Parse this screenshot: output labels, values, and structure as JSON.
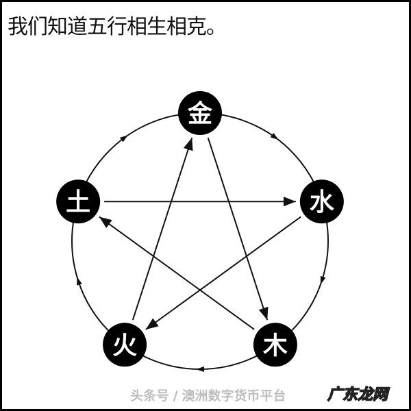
{
  "title": "我们知道五行相生相克。",
  "elements": [
    {
      "id": "metal",
      "label": "金"
    },
    {
      "id": "water",
      "label": "水"
    },
    {
      "id": "wood",
      "label": "木"
    },
    {
      "id": "fire",
      "label": "火"
    },
    {
      "id": "earth",
      "label": "土"
    }
  ],
  "generating_cycle": [
    [
      "金",
      "水"
    ],
    [
      "水",
      "木"
    ],
    [
      "木",
      "火"
    ],
    [
      "火",
      "土"
    ],
    [
      "土",
      "金"
    ]
  ],
  "overcoming_cycle": [
    [
      "金",
      "木"
    ],
    [
      "木",
      "土"
    ],
    [
      "土",
      "水"
    ],
    [
      "水",
      "火"
    ],
    [
      "火",
      "金"
    ]
  ],
  "watermark": "头条号 / 澳洲数字货币平台",
  "logo_text": "广东龙网",
  "colors": {
    "node": "#000000",
    "line": "#111111",
    "background": "#ffffff"
  }
}
